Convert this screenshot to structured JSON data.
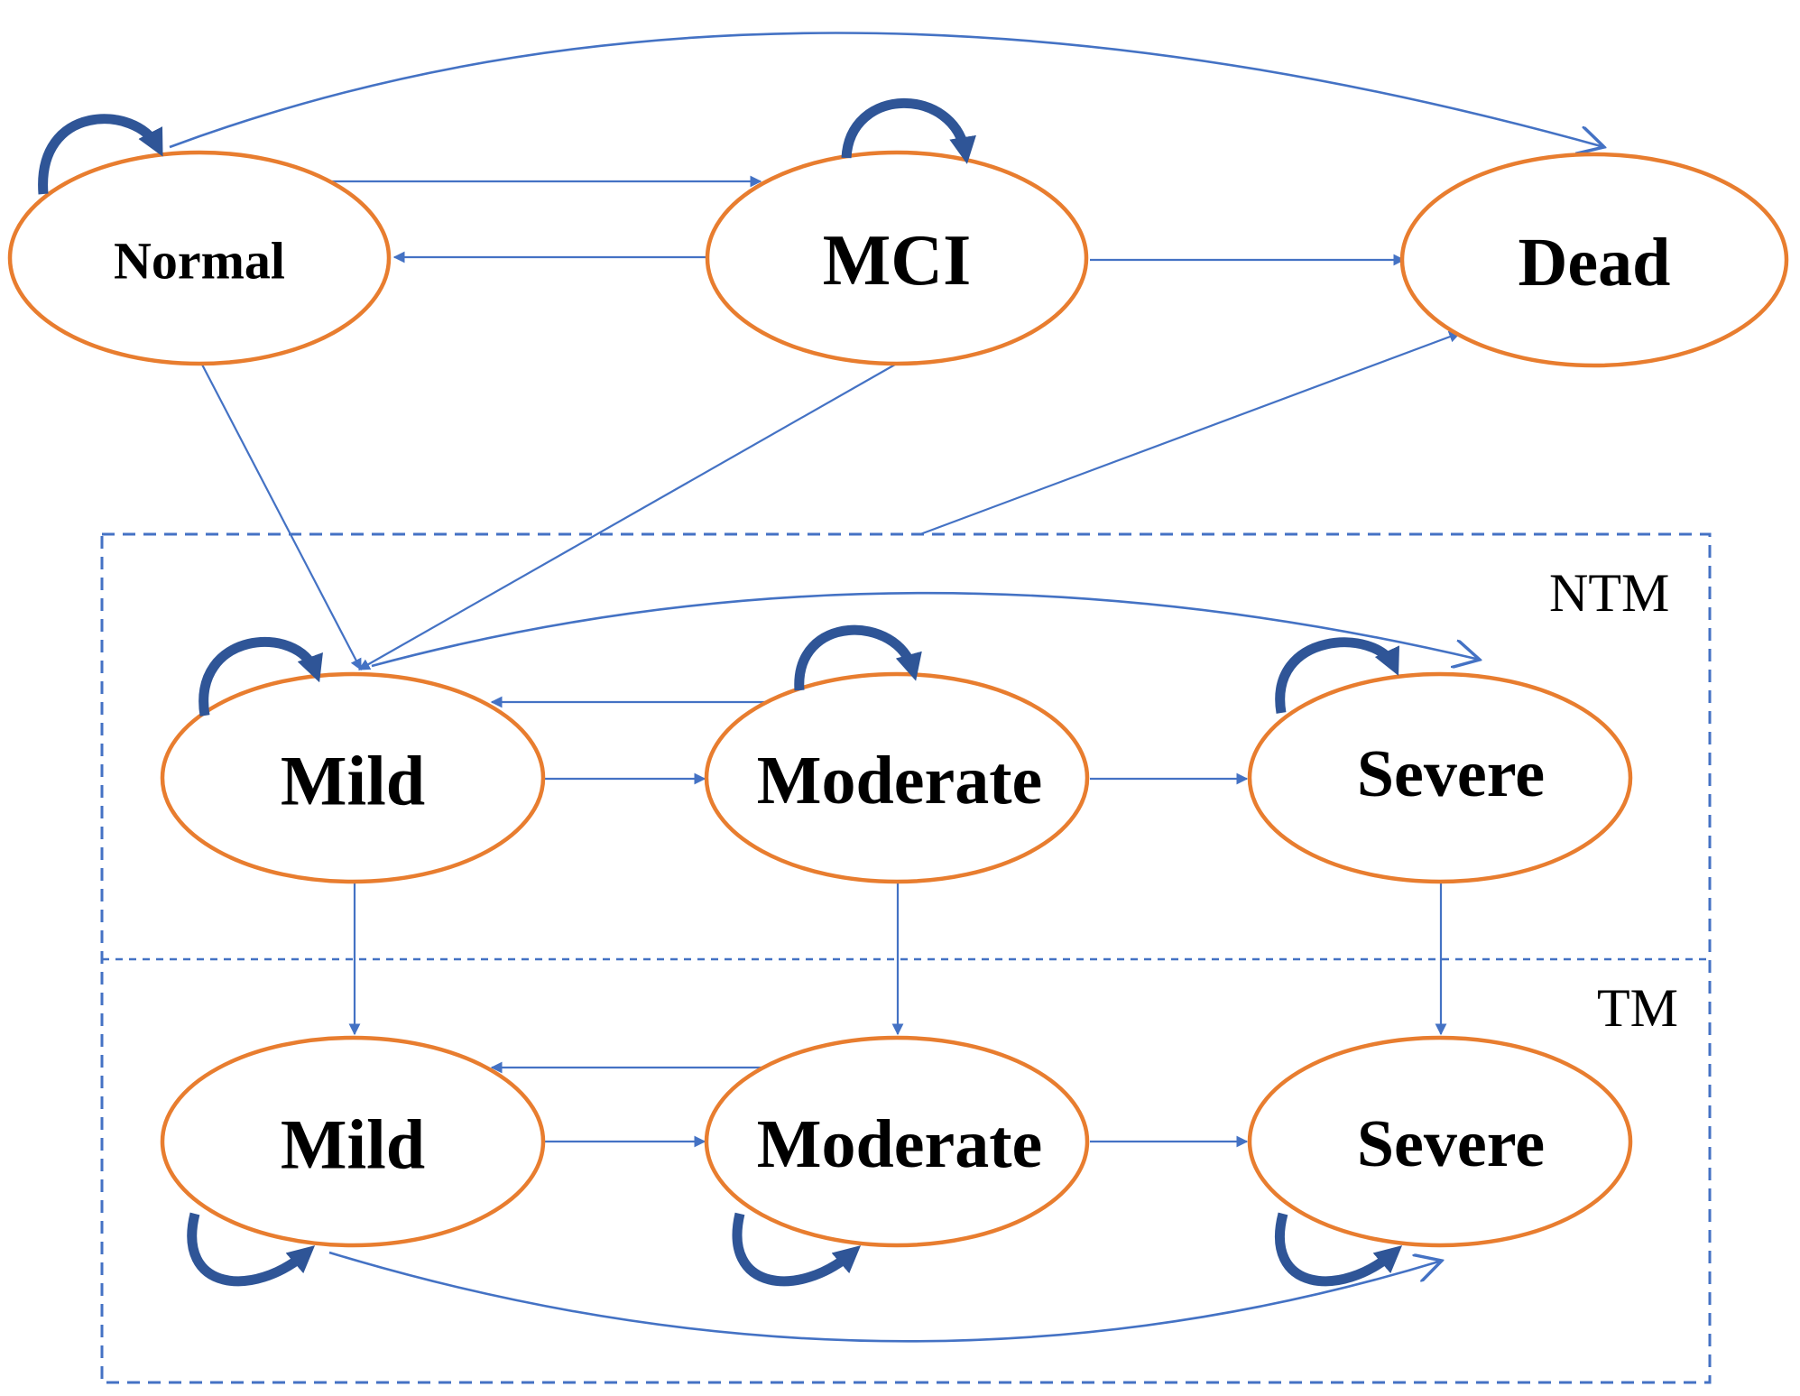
{
  "colors": {
    "node_border": "#E87D2F",
    "edge": "#4472C4",
    "loop": "#2F5597",
    "box": "#4472C4",
    "text": "#000000"
  },
  "groups": {
    "ntm": {
      "label": "NTM"
    },
    "tm": {
      "label": "TM"
    }
  },
  "states": {
    "normal": "Normal",
    "mci": "MCI",
    "dead": "Dead",
    "ntm_mild": "Mild",
    "ntm_moderate": "Moderate",
    "ntm_severe": "Severe",
    "tm_mild": "Mild",
    "tm_moderate": "Moderate",
    "tm_severe": "Severe"
  },
  "transitions": [
    {
      "from": "normal",
      "to": "mci"
    },
    {
      "from": "mci",
      "to": "normal"
    },
    {
      "from": "mci",
      "to": "dead"
    },
    {
      "from": "normal",
      "to": "dead"
    },
    {
      "from": "normal",
      "to": "ntm_mild"
    },
    {
      "from": "mci",
      "to": "ntm_mild"
    },
    {
      "from": "ntm_group",
      "to": "dead"
    },
    {
      "from": "ntm_mild",
      "to": "ntm_moderate"
    },
    {
      "from": "ntm_moderate",
      "to": "ntm_mild"
    },
    {
      "from": "ntm_moderate",
      "to": "ntm_severe"
    },
    {
      "from": "ntm_mild",
      "to": "ntm_severe"
    },
    {
      "from": "ntm_mild",
      "to": "tm_mild"
    },
    {
      "from": "ntm_moderate",
      "to": "tm_moderate"
    },
    {
      "from": "ntm_severe",
      "to": "tm_severe"
    },
    {
      "from": "tm_mild",
      "to": "tm_moderate"
    },
    {
      "from": "tm_moderate",
      "to": "tm_mild"
    },
    {
      "from": "tm_moderate",
      "to": "tm_severe"
    },
    {
      "from": "tm_mild",
      "to": "tm_severe"
    }
  ],
  "self_loops": [
    "normal",
    "mci",
    "ntm_mild",
    "ntm_moderate",
    "ntm_severe",
    "tm_mild",
    "tm_moderate",
    "tm_severe"
  ]
}
